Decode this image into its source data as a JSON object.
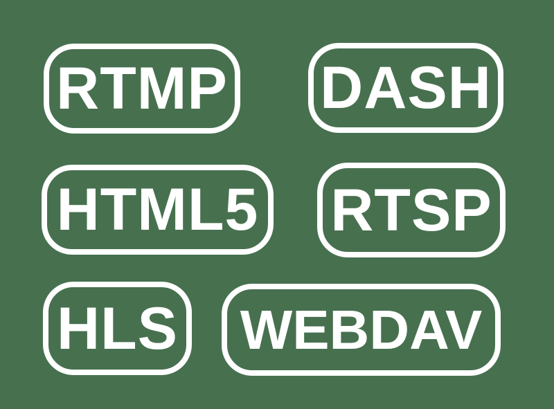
{
  "background_color": "#47704f",
  "foreground_color": "#ffffff",
  "badges": [
    {
      "id": "rtmp",
      "label": "RTMP"
    },
    {
      "id": "dash",
      "label": "DASH"
    },
    {
      "id": "html5",
      "label": "HTML5"
    },
    {
      "id": "rtsp",
      "label": "RTSP"
    },
    {
      "id": "hls",
      "label": "HLS"
    },
    {
      "id": "webdav",
      "label": "WEBDAV"
    }
  ]
}
